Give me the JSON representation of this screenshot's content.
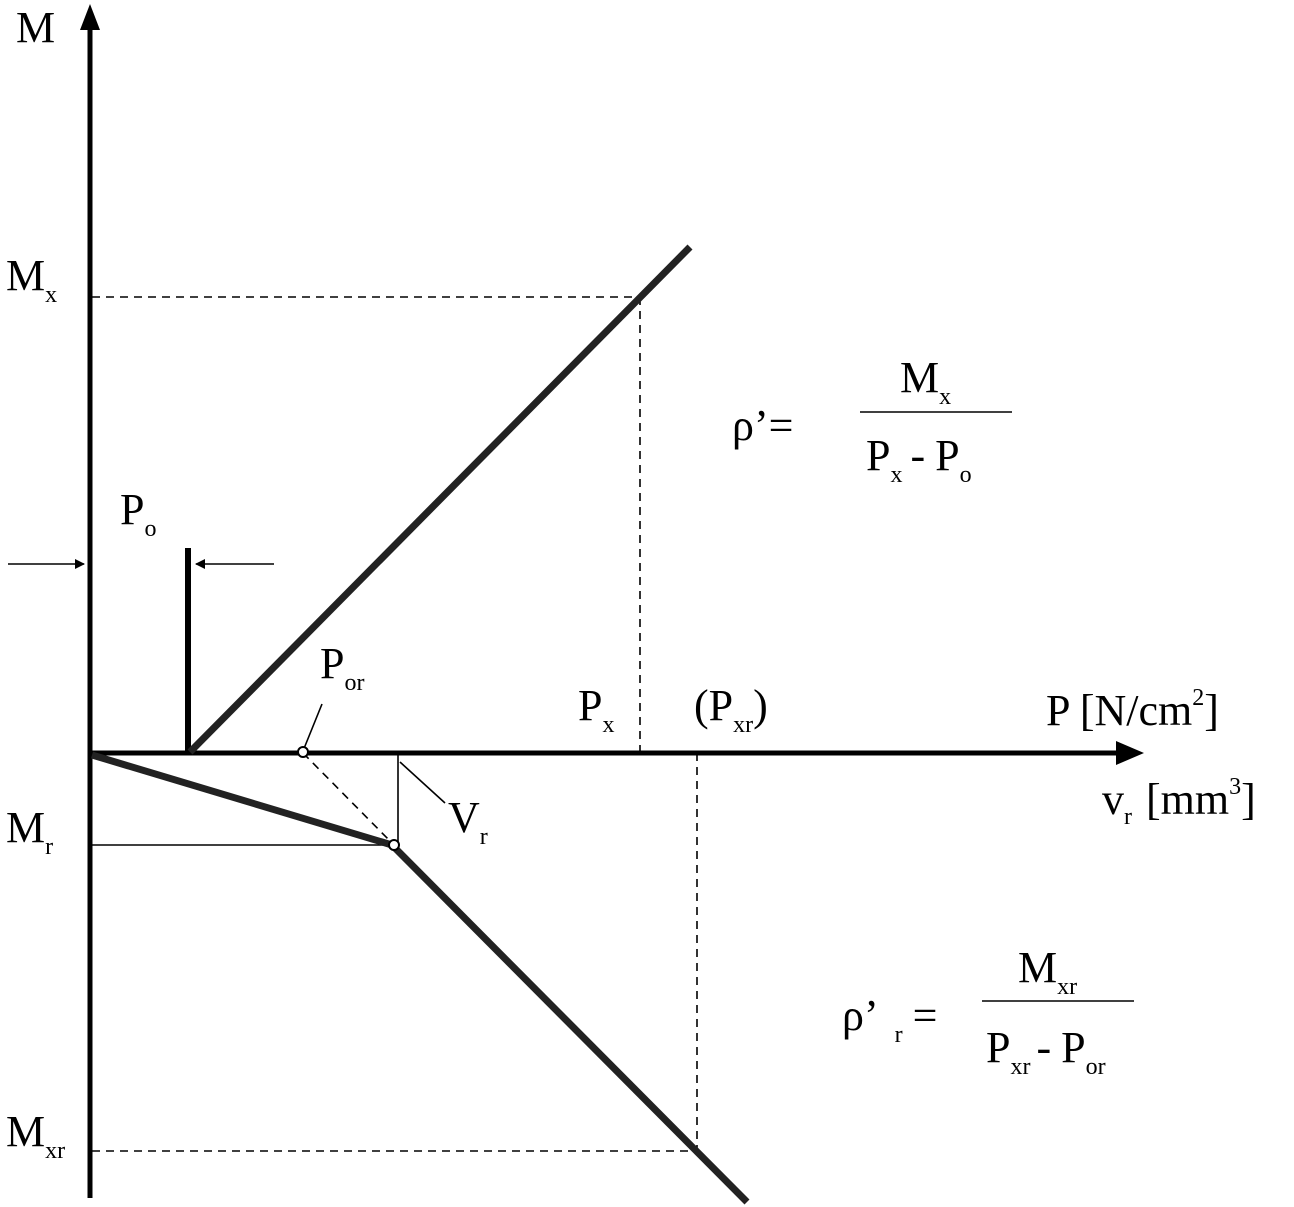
{
  "axes": {
    "y_label": "M",
    "x_label_main": "P [N/cm",
    "x_label_sup": "2",
    "x_label_close": "]",
    "x2_label_main": "v",
    "x2_label_sub": "r",
    "x2_label_unit": "[mm",
    "x2_label_sup": "3",
    "x2_label_close": "]"
  },
  "left_labels": {
    "mx_main": "M",
    "mx_sub": "x",
    "mr_main": "M",
    "mr_sub": "r",
    "mxr_main": "M",
    "mxr_sub": "xr"
  },
  "points": {
    "po_main": "P",
    "po_sub": "o",
    "por_main": "P",
    "por_sub": "or",
    "px_main": "P",
    "px_sub": "x",
    "pxr_open": "(P",
    "pxr_sub": "xr",
    "pxr_close": ")",
    "vr_main": "V",
    "vr_sub": "r"
  },
  "formulas": {
    "rho1_lhs": "ρ’=",
    "rho1_num_main": "M",
    "rho1_num_sub": "x",
    "rho1_den_a": "P",
    "rho1_den_a_sub": "x",
    "rho1_den_op": "-",
    "rho1_den_b": "P",
    "rho1_den_b_sub": "o",
    "rho2_lhs": "ρ’",
    "rho2_lhs_sub": "r",
    "rho2_eq": "=",
    "rho2_num_main": "M",
    "rho2_num_sub": "xr",
    "rho2_den_a": "P",
    "rho2_den_a_sub": "xr",
    "rho2_den_op": "-",
    "rho2_den_b": "P",
    "rho2_den_b_sub": "or"
  }
}
